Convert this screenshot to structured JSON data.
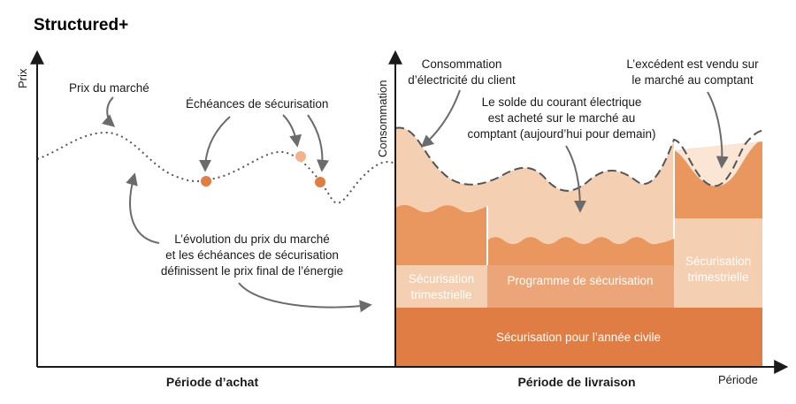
{
  "title": "Structured+",
  "axes": {
    "left_y": "Prix",
    "right_y": "Consommation",
    "x": "Période"
  },
  "sections": {
    "purchase": "Période d’achat",
    "delivery": "Période de livraison"
  },
  "annotations": {
    "market_price": "Prix du marché",
    "hedging_dates": "Échéances de sécurisation",
    "evolution_line1": "L’évolution du prix du marché",
    "evolution_line2": "et les échéances de sécurisation",
    "evolution_line3": "définissent le prix final de l’énergie",
    "consumption_line1": "Consommation",
    "consumption_line2": "d’électricité du client",
    "balance_line1": "Le solde du courant électrique",
    "balance_line2": "est acheté sur le marché au",
    "balance_line3": "comptant (aujourd’hui pour demain)",
    "excess_line1": "L’excédent est vendu sur",
    "excess_line2": "le marché au comptant"
  },
  "blocks": {
    "quarterly_left_line1": "Sécurisation",
    "quarterly_left_line2": "trimestrielle",
    "program": "Programme de sécurisation",
    "quarterly_right_line1": "Sécurisation",
    "quarterly_right_line2": "trimestrielle",
    "calendar_year": "Sécurisation pour l’année civile"
  },
  "colors": {
    "dark_orange": "#e07d45",
    "mid_orange": "#eba578",
    "light_orange": "#f5cfb2",
    "pale_orange": "#fbe6d6",
    "dot_dark": "#e07d45",
    "dot_light": "#f1b28c",
    "arrow_gray": "#6b6b6b"
  }
}
